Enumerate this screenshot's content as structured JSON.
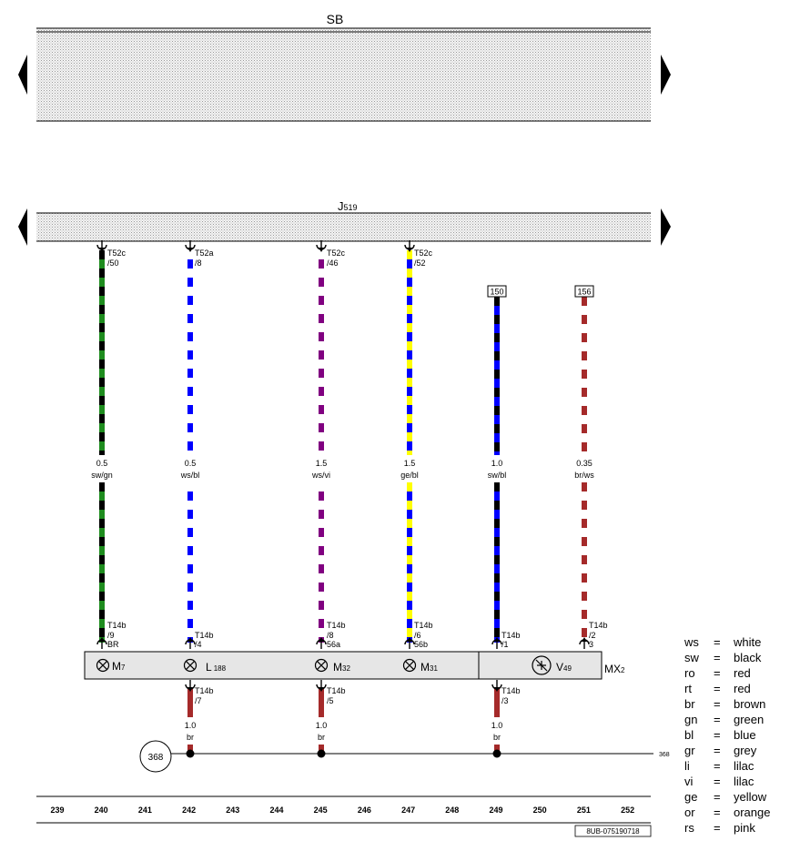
{
  "top_bar": {
    "label": "SB"
  },
  "control_unit": {
    "label_main": "J",
    "label_sub": "519"
  },
  "wires": [
    {
      "id": "w240",
      "top_connector": "T52c",
      "top_pin": "/50",
      "gauge": "0.5",
      "color_code": "sw/gn",
      "colors": [
        "#000000",
        "#1e8c1e"
      ],
      "bottom_connector": "T14b",
      "bottom_pin": "/9",
      "bottom_extra": "BR"
    },
    {
      "id": "w242",
      "top_connector": "T52a",
      "top_pin": "/8",
      "gauge": "0.5",
      "color_code": "ws/bl",
      "colors": [
        "#ffffff",
        "#0000ff"
      ],
      "bottom_connector": "T14b",
      "bottom_pin": "/4",
      "bottom_extra": ""
    },
    {
      "id": "w245",
      "top_connector": "T52c",
      "top_pin": "/46",
      "gauge": "1.5",
      "color_code": "ws/vi",
      "colors": [
        "#ffffff",
        "#800080"
      ],
      "bottom_connector": "T14b",
      "bottom_pin": "/8",
      "bottom_extra": "56a"
    },
    {
      "id": "w247",
      "top_connector": "T52c",
      "top_pin": "/52",
      "gauge": "1.5",
      "color_code": "ge/bl",
      "colors": [
        "#ffff00",
        "#0000ff"
      ],
      "bottom_connector": "T14b",
      "bottom_pin": "/6",
      "bottom_extra": "56b"
    },
    {
      "id": "w249",
      "top_ref": "150",
      "gauge": "1.0",
      "color_code": "sw/bl",
      "colors": [
        "#000000",
        "#0000ff"
      ],
      "bottom_connector": "T14b",
      "bottom_pin": "/1",
      "bottom_extra": ""
    },
    {
      "id": "w251",
      "top_ref": "156",
      "gauge": "0.35",
      "color_code": "br/ws",
      "colors": [
        "#a52a2a",
        "#ffffff"
      ],
      "bottom_connector": "T14b",
      "bottom_pin": "/2",
      "bottom_extra": "3"
    }
  ],
  "components": {
    "m7": {
      "main": "M",
      "sub": "7"
    },
    "l188": {
      "main": "L",
      "sub": "188"
    },
    "m32": {
      "main": "M",
      "sub": "32"
    },
    "m31": {
      "main": "M",
      "sub": "31"
    },
    "v49": {
      "main": "V",
      "sub": "49"
    },
    "mx2": {
      "main": "MX",
      "sub": "2"
    }
  },
  "ground_wires": [
    {
      "id": "g242",
      "connector": "T14b",
      "pin": "/7",
      "gauge": "1.0",
      "color_code": "br",
      "colors": [
        "#a52a2a",
        "#a52a2a"
      ]
    },
    {
      "id": "g245",
      "connector": "T14b",
      "pin": "/5",
      "gauge": "1.0",
      "color_code": "br",
      "colors": [
        "#a52a2a",
        "#a52a2a"
      ]
    },
    {
      "id": "g249",
      "connector": "T14b",
      "pin": "/3",
      "gauge": "1.0",
      "color_code": "br",
      "colors": [
        "#a52a2a",
        "#a52a2a"
      ]
    }
  ],
  "ground_ref": {
    "circle": "368",
    "continue": "368"
  },
  "column_numbers": [
    "239",
    "240",
    "241",
    "242",
    "243",
    "244",
    "245",
    "246",
    "247",
    "248",
    "249",
    "250",
    "251",
    "252"
  ],
  "doc_code": "8UB-075190718",
  "legend": [
    {
      "abbr": "ws",
      "eq": "=",
      "name": "white"
    },
    {
      "abbr": "sw",
      "eq": "=",
      "name": "black"
    },
    {
      "abbr": "ro",
      "eq": "=",
      "name": "red"
    },
    {
      "abbr": "rt",
      "eq": "=",
      "name": "red"
    },
    {
      "abbr": "br",
      "eq": "=",
      "name": "brown"
    },
    {
      "abbr": "gn",
      "eq": "=",
      "name": "green"
    },
    {
      "abbr": "bl",
      "eq": "=",
      "name": "blue"
    },
    {
      "abbr": "gr",
      "eq": "=",
      "name": "grey"
    },
    {
      "abbr": "li",
      "eq": "=",
      "name": "lilac"
    },
    {
      "abbr": "vi",
      "eq": "=",
      "name": "lilac"
    },
    {
      "abbr": "ge",
      "eq": "=",
      "name": "yellow"
    },
    {
      "abbr": "or",
      "eq": "=",
      "name": "orange"
    },
    {
      "abbr": "rs",
      "eq": "=",
      "name": "pink"
    }
  ]
}
